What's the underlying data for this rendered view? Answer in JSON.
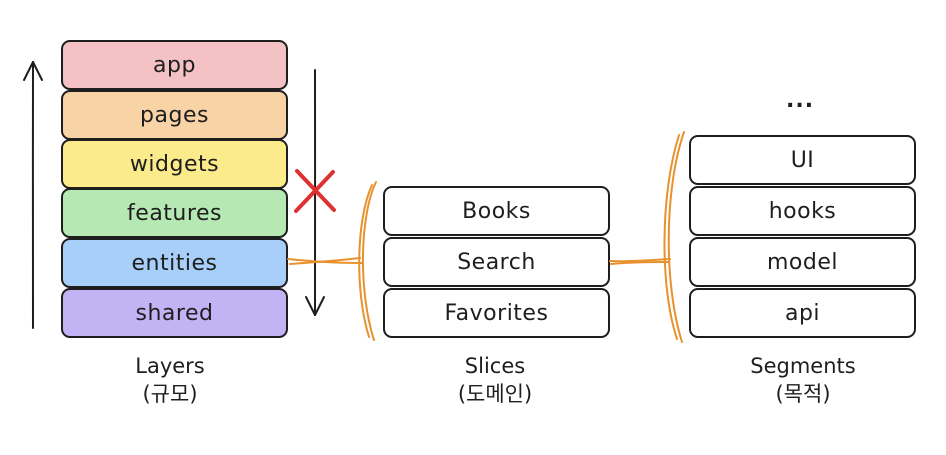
{
  "layers": {
    "items": [
      {
        "label": "app",
        "color": "#f4c2c4"
      },
      {
        "label": "pages",
        "color": "#f8d3a6"
      },
      {
        "label": "widgets",
        "color": "#fbeb8a"
      },
      {
        "label": "features",
        "color": "#b6e8b3"
      },
      {
        "label": "entities",
        "color": "#a7cff9"
      },
      {
        "label": "shared",
        "color": "#c1b3f4"
      }
    ],
    "caption_line1": "Layers",
    "caption_line2": "(규모)"
  },
  "slices": {
    "items": [
      {
        "label": "Books"
      },
      {
        "label": "Search"
      },
      {
        "label": "Favorites"
      }
    ],
    "caption_line1": "Slices",
    "caption_line2": "(도메인)"
  },
  "segments": {
    "ellipsis": "...",
    "items": [
      {
        "label": "UI"
      },
      {
        "label": "hooks"
      },
      {
        "label": "model"
      },
      {
        "label": "api"
      }
    ],
    "caption_line1": "Segments",
    "caption_line2": "(목적)"
  },
  "colors": {
    "connector": "#e8912d",
    "cross": "#e03131",
    "stroke": "#1e1e1e"
  }
}
